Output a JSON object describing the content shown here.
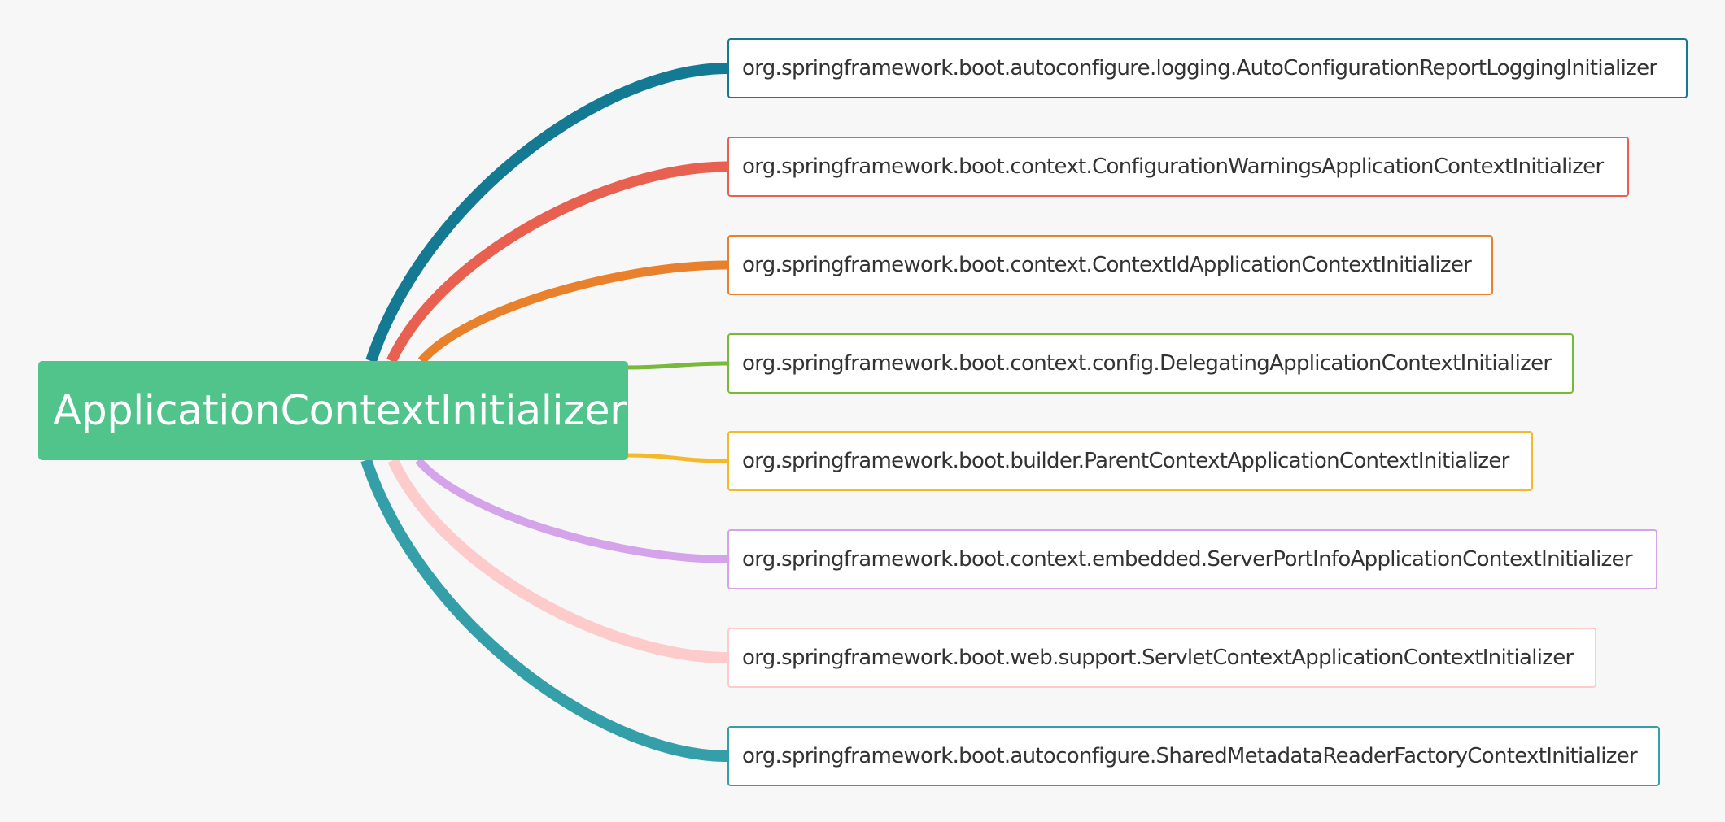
{
  "root": {
    "label": "ApplicationContextInitializer",
    "color": "#50c48b"
  },
  "children": [
    {
      "label": "org.springframework.boot.autoconfigure.logging.AutoConfigurationReportLoggingInitializer",
      "color": "#147a93"
    },
    {
      "label": "org.springframework.boot.context.ConfigurationWarningsApplicationContextInitializer",
      "color": "#e8604f"
    },
    {
      "label": "org.springframework.boot.context.ContextIdApplicationContextInitializer",
      "color": "#e8802c"
    },
    {
      "label": "org.springframework.boot.context.config.DelegatingApplicationContextInitializer",
      "color": "#78b83a"
    },
    {
      "label": "org.springframework.boot.builder.ParentContextApplicationContextInitializer",
      "color": "#f4b928"
    },
    {
      "label": "org.springframework.boot.context.embedded.ServerPortInfoApplicationContextInitializer",
      "color": "#d4a3ea"
    },
    {
      "label": "org.springframework.boot.web.support.ServletContextApplicationContextInitializer",
      "color": "#fecbcb"
    },
    {
      "label": "org.springframework.boot.autoconfigure.SharedMetadataReaderFactoryContextInitializer",
      "color": "#349fa8"
    }
  ]
}
